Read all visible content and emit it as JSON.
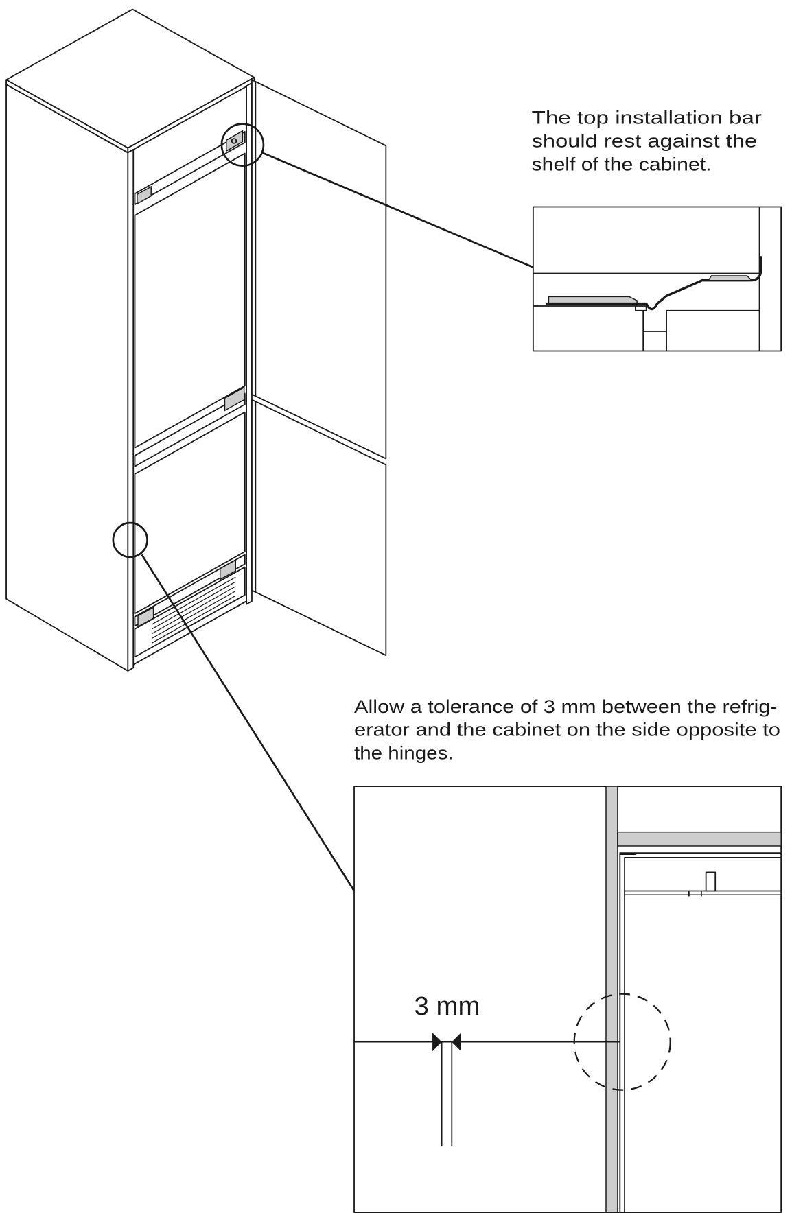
{
  "notes": {
    "top_bar": {
      "lines": [
        "The top installation bar",
        "should rest against the",
        "shelf of the cabinet."
      ]
    },
    "tolerance": {
      "lines": [
        "Allow a tolerance of 3 mm between the refrig-",
        "erator and the cabinet on the side opposite to",
        "the hinges."
      ]
    }
  },
  "dimension": {
    "label": "3 mm"
  },
  "colors": {
    "line": "#1a1a1a",
    "gray": "#cdcdcd",
    "background": "#ffffff"
  }
}
